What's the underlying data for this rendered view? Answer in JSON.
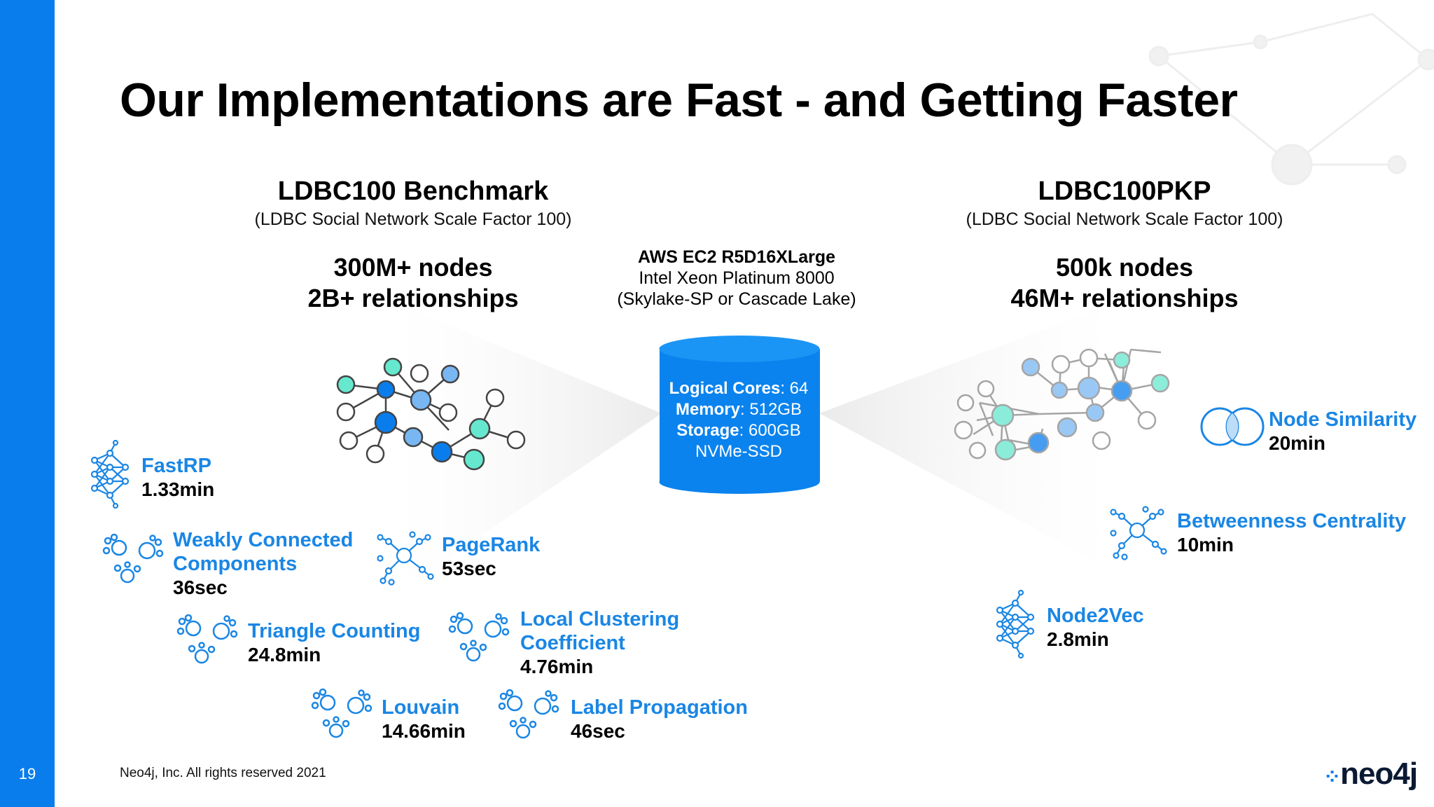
{
  "slide": {
    "title": "Our Implementations are Fast - and Getting Faster",
    "page_number": "19",
    "footer": "Neo4j, Inc. All rights reserved 2021",
    "logo": "neo4j",
    "accent_color": "#0a7dec",
    "link_color": "#1a86e4"
  },
  "left_dataset": {
    "title": "LDBC100 Benchmark",
    "subtitle": "(LDBC Social Network Scale Factor 100)",
    "nodes": "300M+ nodes",
    "relationships": "2B+ relationships"
  },
  "right_dataset": {
    "title": "LDBC100PKP",
    "subtitle": "(LDBC Social Network Scale Factor 100)",
    "nodes": "500k nodes",
    "relationships": "46M+ relationships"
  },
  "hardware": {
    "instance": "AWS EC2 R5D16XLarge",
    "cpu": "Intel Xeon Platinum 8000",
    "cpu_detail": "(Skylake-SP or Cascade Lake)",
    "cores_label": "Logical Cores",
    "cores_value": ": 64",
    "memory_label": "Memory",
    "memory_value": ": 512GB",
    "storage_label": "Storage",
    "storage_value": ": 600GB",
    "storage_type": "NVMe-SSD"
  },
  "algorithms": [
    {
      "name": "FastRP",
      "time": "1.33min",
      "icon": "neural-network-icon"
    },
    {
      "name": "Weakly Connected",
      "name2": "Components",
      "time": "36sec",
      "icon": "community-icon"
    },
    {
      "name": "PageRank",
      "time": "53sec",
      "icon": "centrality-icon"
    },
    {
      "name": "Triangle Counting",
      "time": "24.8min",
      "icon": "community-icon"
    },
    {
      "name": "Local Clustering",
      "name2": "Coefficient",
      "time": "4.76min",
      "icon": "community-icon"
    },
    {
      "name": "Louvain",
      "time": "14.66min",
      "icon": "community-icon"
    },
    {
      "name": "Label Propagation",
      "time": "46sec",
      "icon": "community-icon"
    },
    {
      "name": "Node Similarity",
      "time": "20min",
      "icon": "similarity-icon"
    },
    {
      "name": "Betweenness Centrality",
      "time": "10min",
      "icon": "centrality-icon"
    },
    {
      "name": "Node2Vec",
      "time": "2.8min",
      "icon": "neural-network-icon"
    }
  ]
}
